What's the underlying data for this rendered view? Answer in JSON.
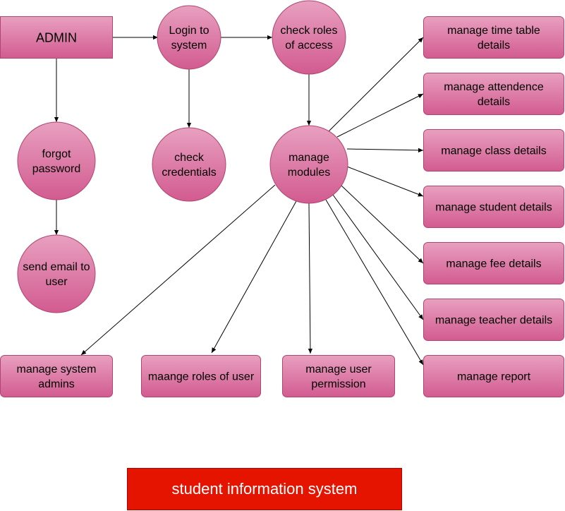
{
  "colors": {
    "node_fill_top": "#e8a0c0",
    "node_fill_bottom": "#d25b90",
    "node_stroke": "#b0456f",
    "edge": "#000000",
    "banner_fill": "#e51400",
    "banner_text": "#ffffff"
  },
  "nodes": {
    "admin": {
      "lines": [
        "ADMIN"
      ]
    },
    "login": {
      "lines": [
        "Login to",
        "system"
      ]
    },
    "check_roles": {
      "lines": [
        "check roles",
        "of access"
      ]
    },
    "forgot": {
      "lines": [
        "forgot",
        "password"
      ]
    },
    "check_cred": {
      "lines": [
        "check",
        "credentials"
      ]
    },
    "manage_modules": {
      "lines": [
        "manage",
        "modules"
      ]
    },
    "send_email": {
      "lines": [
        "send email to",
        "user"
      ]
    },
    "time_table": {
      "lines": [
        "manage time table",
        "details"
      ]
    },
    "attendence": {
      "lines": [
        "manage attendence",
        "details"
      ]
    },
    "class": {
      "lines": [
        "manage class details"
      ]
    },
    "student": {
      "lines": [
        "manage student details"
      ]
    },
    "fee": {
      "lines": [
        "manage fee details"
      ]
    },
    "teacher": {
      "lines": [
        "manage teacher details"
      ]
    },
    "report": {
      "lines": [
        "manage report"
      ]
    },
    "sys_admins": {
      "lines": [
        "manage system",
        "admins"
      ]
    },
    "roles_user": {
      "lines": [
        "maange roles of user"
      ]
    },
    "user_perm": {
      "lines": [
        "manage user",
        "permission"
      ]
    }
  },
  "edges": [
    [
      "admin",
      "login"
    ],
    [
      "login",
      "check_roles"
    ],
    [
      "admin",
      "forgot"
    ],
    [
      "login",
      "check_cred"
    ],
    [
      "check_roles",
      "manage_modules"
    ],
    [
      "forgot",
      "send_email"
    ],
    [
      "manage_modules",
      "time_table"
    ],
    [
      "manage_modules",
      "attendence"
    ],
    [
      "manage_modules",
      "class"
    ],
    [
      "manage_modules",
      "student"
    ],
    [
      "manage_modules",
      "fee"
    ],
    [
      "manage_modules",
      "teacher"
    ],
    [
      "manage_modules",
      "report"
    ],
    [
      "manage_modules",
      "sys_admins"
    ],
    [
      "manage_modules",
      "roles_user"
    ],
    [
      "manage_modules",
      "user_perm"
    ]
  ],
  "banner": {
    "text": "student information system"
  }
}
